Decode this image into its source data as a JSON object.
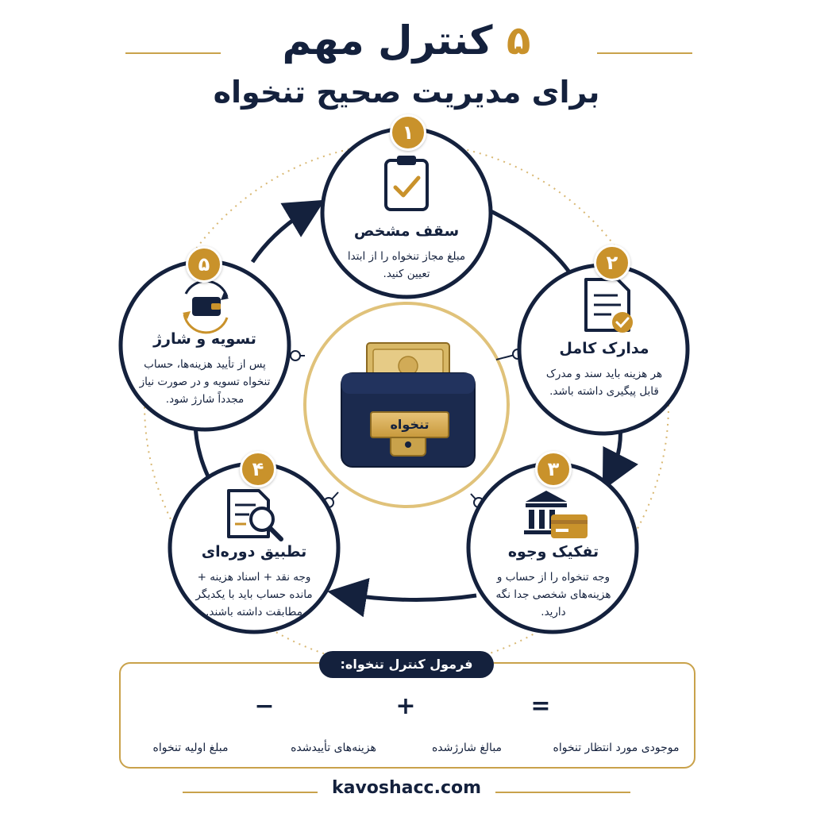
{
  "title": {
    "number": "۵",
    "line1": "کنترل مهم",
    "line2": "برای مدیریت صحیح تنخواه"
  },
  "center": {
    "label": "تنخواه"
  },
  "steps": [
    {
      "number": "۱",
      "title": "سقف مشخص",
      "desc": "مبلغ مجاز تنخواه را از ابتدا تعیین کنید.",
      "icon": "clipboard-check-icon"
    },
    {
      "number": "۲",
      "title": "مدارک کامل",
      "desc": "هر هزینه باید سند و مدرک قابل پیگیری داشته باشد.",
      "icon": "document-check-icon"
    },
    {
      "number": "۳",
      "title": "تفکیک وجوه",
      "desc": "وجه تنخواه را از حساب و هزینه‌های شخصی جدا نگه دارید.",
      "icon": "bank-card-icon"
    },
    {
      "number": "۴",
      "title": "تطبیق دوره‌ای",
      "desc": "وجه نقد + اسناد هزینه + مانده حساب باید با یکدیگر مطابقت داشته باشند.",
      "icon": "document-search-icon"
    },
    {
      "number": "۵",
      "title": "تسویه و شارژ",
      "desc": "پس از تأیید هزینه‌ها، حساب تنخواه تسویه و در صورت نیاز مجدداً شارژ شود.",
      "icon": "wallet-refresh-icon"
    }
  ],
  "formula": {
    "title": "فرمول کنترل تنخواه:",
    "items": [
      {
        "label": "مبلغ اولیه تنخواه",
        "icon": "wallet-cash-icon"
      },
      {
        "label": "هزینه‌های تأییدشده",
        "icon": "document-check-icon"
      },
      {
        "label": "مبالغ شارژشده",
        "icon": "coins-plus-icon"
      },
      {
        "label": "موجودی مورد انتظار تنخواه",
        "icon": "wallet-icon"
      }
    ],
    "operators": [
      "−",
      "+",
      "="
    ]
  },
  "footer": {
    "website": "kavoshacc.com"
  },
  "colors": {
    "navy": "#14213d",
    "gold": "#c9922b",
    "light_gold": "#e0c27a"
  }
}
